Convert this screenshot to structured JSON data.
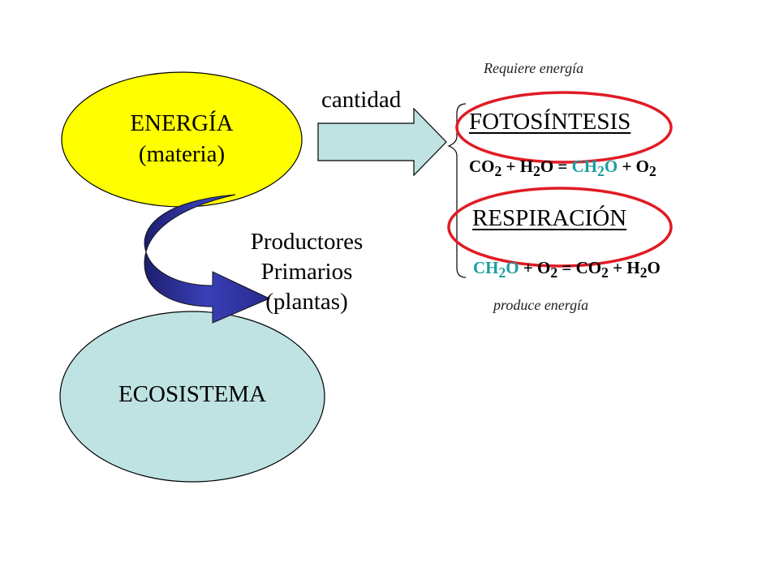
{
  "nodes": {
    "energia": {
      "line1": "ENERGÍA",
      "line2": "(materia)",
      "fill": "#ffff00"
    },
    "ecosistema": {
      "label": "ECOSISTEMA",
      "fill": "#bfe3e3"
    }
  },
  "arrow_label": "cantidad",
  "productores": {
    "line1": "Productores",
    "line2": "Primarios",
    "line3": "(plantas)"
  },
  "requiere": "Requiere energía",
  "produce": "produce energía",
  "fotosintesis": {
    "title": "FOTOSÍNTESIS",
    "eq": {
      "a": "CO",
      "a_sub": "2",
      "plus1": " + H",
      "b_sub": "2",
      "b_end": "O = ",
      "c": "CH",
      "c_sub": "2",
      "c_end": "O",
      "plus2": " + O",
      "d_sub": "2"
    }
  },
  "respiracion": {
    "title": "RESPIRACIÓN",
    "eq": {
      "a": "CH",
      "a_sub": "2",
      "a_end": "O",
      "plus1": " + O",
      "b_sub": "2",
      "eqsign": " = CO",
      "c_sub": "2",
      "plus2": " + H",
      "d_sub": "2",
      "d_end": "O"
    }
  },
  "colors": {
    "accent_red": "#e01b24",
    "teal": "#1a9f9f",
    "arrow_fill": "#bfe3e3",
    "curved_arrow": "#2c2f9c"
  }
}
